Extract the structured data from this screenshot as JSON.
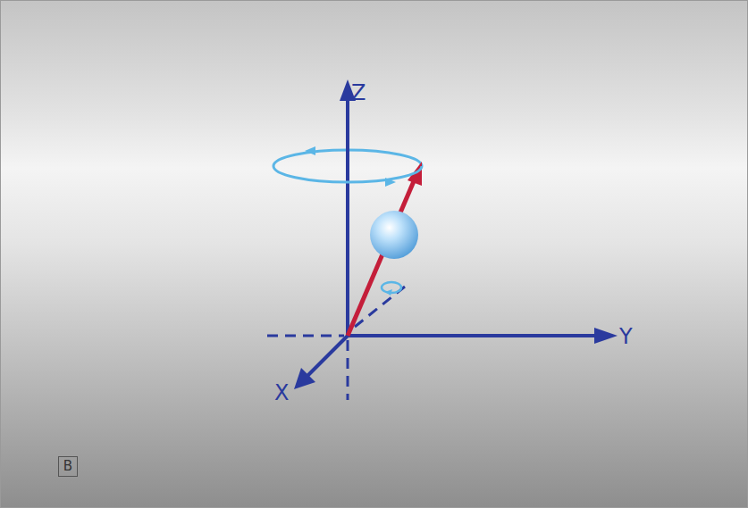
{
  "diagram": {
    "nodes": [
      {
        "text": [
          "B"
        ]
      }
    ],
    "labels": [
      "Z",
      "Y",
      "X"
    ]
  }
}
